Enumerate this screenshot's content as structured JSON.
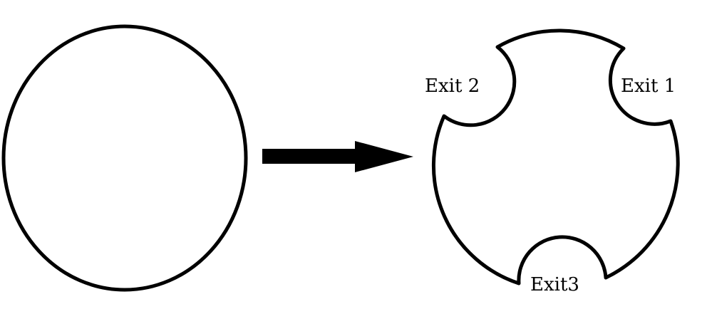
{
  "diagram": {
    "colors": {
      "stroke": "#000000",
      "background": "#ffffff"
    },
    "left_shape": {
      "kind": "circle"
    },
    "arrow": {
      "direction": "right"
    },
    "right_shape": {
      "kind": "circle-with-three-cutouts",
      "exits": [
        {
          "label": "Exit 1"
        },
        {
          "label": "Exit 2"
        },
        {
          "label": "Exit3"
        }
      ]
    }
  }
}
